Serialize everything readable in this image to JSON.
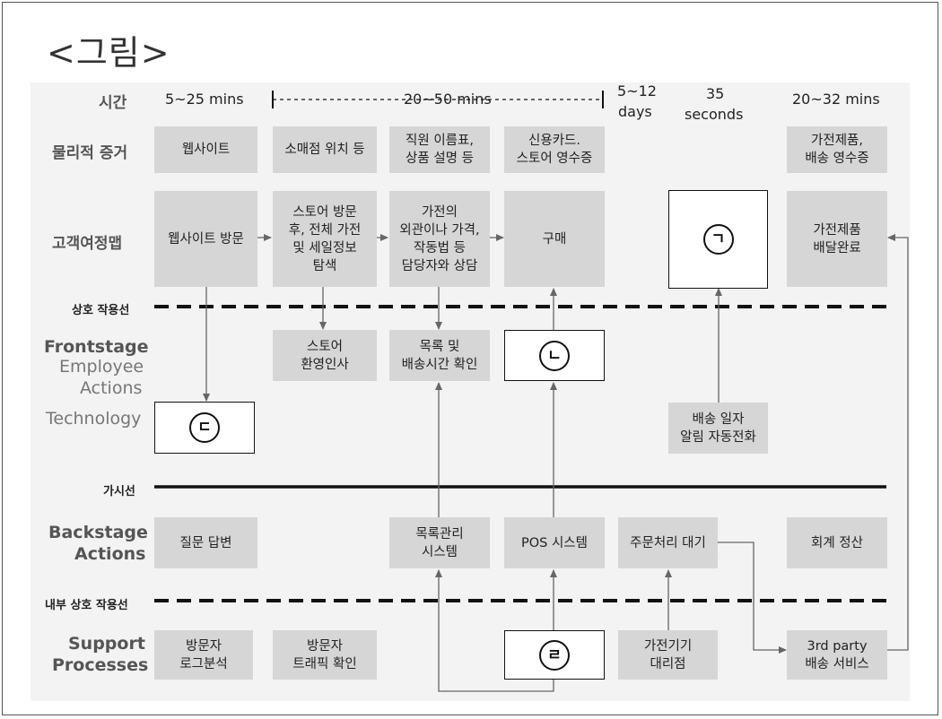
{
  "title": "<그림>",
  "row_labels": {
    "time": "시간",
    "physical": "물리적 증거",
    "journey": "고객여정맵",
    "interaction_line": "상호 작용선",
    "frontstage_1": "Frontstage",
    "frontstage_2": "Employee",
    "frontstage_3": "Actions",
    "technology": "Technology",
    "visibility_line": "가시선",
    "backstage_1": "Backstage",
    "backstage_2": "Actions",
    "internal_line": "내부 상호 작용선",
    "support_1": "Support",
    "support_2": "Processes"
  },
  "times": {
    "t1": "5~25 mins",
    "t2": "20~50 mins",
    "t3_1": "5~12",
    "t3_2": "days",
    "t4_1": "35",
    "t4_2": "seconds",
    "t5": "20~32 mins"
  },
  "physical": {
    "p1": "웹사이트",
    "p2": "소매점 위치 등",
    "p3_1": "직원 이름표,",
    "p3_2": "상품 설명 등",
    "p4_1": "신용카드.",
    "p4_2": "스토어 영수증",
    "p5_1": "가전제품,",
    "p5_2": "배송 영수증"
  },
  "journey": {
    "j1": "웹사이트 방문",
    "j2_1": "스토어 방문",
    "j2_2": "후, 전체 가전",
    "j2_3": "및 세일정보",
    "j2_4": "탐색",
    "j3_1": "가전의",
    "j3_2": "외관이나 가격,",
    "j3_3": "작동법 등",
    "j3_4": "담당자와 상담",
    "j4": "구매",
    "j5_blank": "ㄱ",
    "j6_1": "가전제품",
    "j6_2": "배달완료"
  },
  "frontstage": {
    "f1_1": "스토어",
    "f1_2": "환영인사",
    "f2_1": "목록 및",
    "f2_2": "배송시간 확인",
    "f3_blank": "ㄴ"
  },
  "technology": {
    "t_blank": "ㄷ",
    "t2_1": "배송 일자",
    "t2_2": "알림 자동전화"
  },
  "backstage": {
    "b1": "질문 답변",
    "b2_1": "목록관리",
    "b2_2": "시스템",
    "b3": "POS 시스템",
    "b4": "주문처리 대기",
    "b5": "회계 정산"
  },
  "support": {
    "s1_1": "방문자",
    "s1_2": "로그분석",
    "s2_1": "방문자",
    "s2_2": "트래픽 확인",
    "s3_blank": "ㄹ",
    "s4_1": "가전기기",
    "s4_2": "대리점",
    "s5_1": "3rd party",
    "s5_2": "배송 서비스"
  },
  "colors": {
    "box_fill": "#d6d6d6",
    "panel": "#f3f3f3",
    "line": "#111111",
    "connector": "#666666"
  }
}
